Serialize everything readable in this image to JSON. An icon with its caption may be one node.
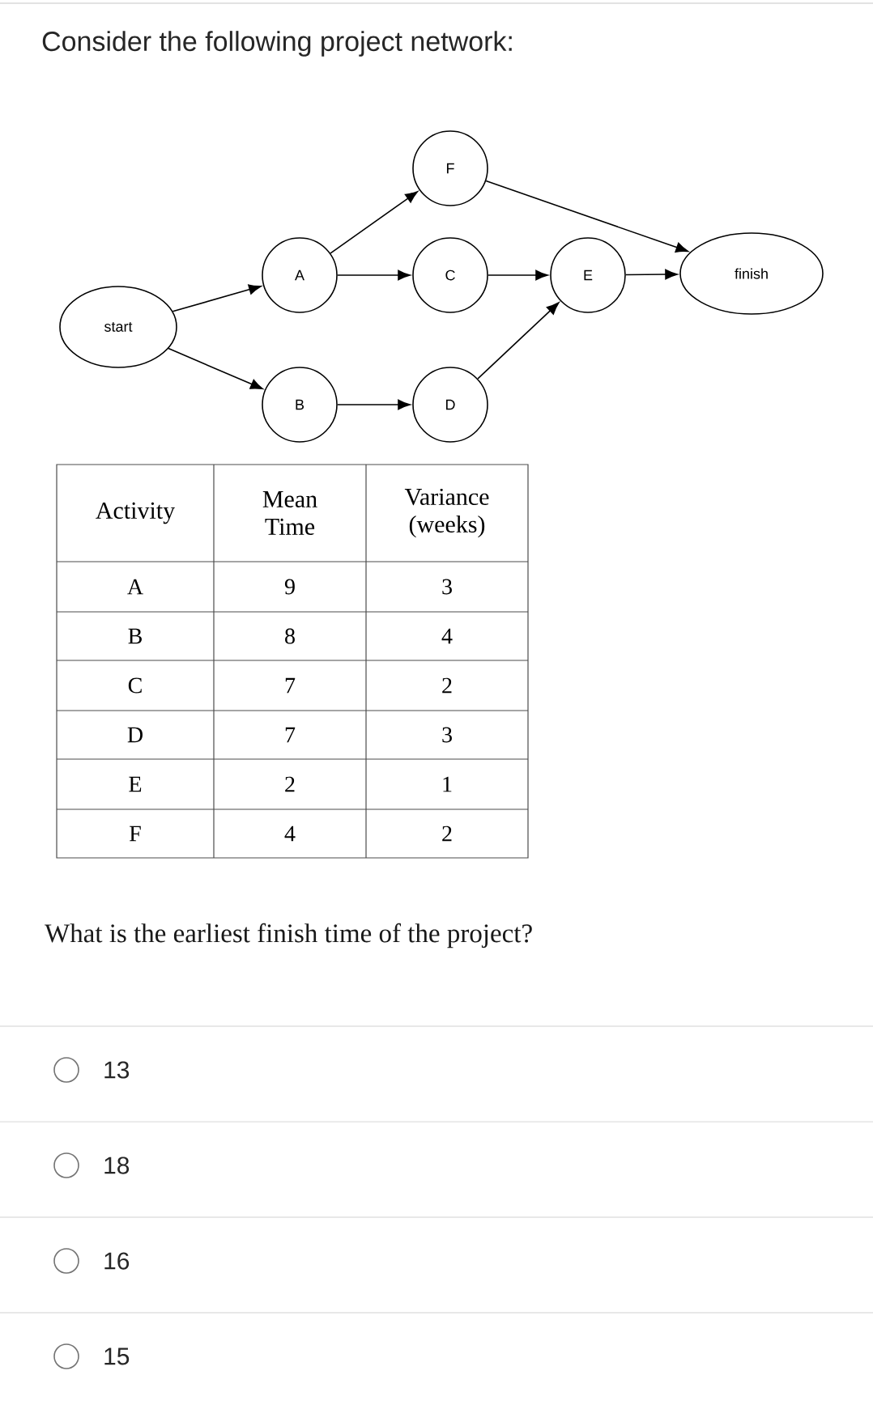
{
  "diagram": {
    "title": "Consider the following project network:",
    "nodes": [
      {
        "text": [
          "start"
        ]
      },
      {
        "text": [
          "A"
        ]
      },
      {
        "text": [
          "F"
        ]
      },
      {
        "text": [
          "C"
        ]
      },
      {
        "text": [
          "E"
        ]
      },
      {
        "text": [
          "finish"
        ]
      },
      {
        "text": [
          "B"
        ]
      },
      {
        "text": [
          "D"
        ]
      }
    ],
    "edges": [
      {
        "from": 0,
        "to": 1,
        "arrow": "to"
      },
      {
        "from": 0,
        "to": 6,
        "arrow": "to"
      },
      {
        "from": 1,
        "to": 2,
        "arrow": "to"
      },
      {
        "from": 1,
        "to": 3,
        "arrow": "to"
      },
      {
        "from": 2,
        "to": 5,
        "arrow": "to"
      },
      {
        "from": 3,
        "to": 4,
        "arrow": "to"
      },
      {
        "from": 4,
        "to": 5,
        "arrow": "to"
      },
      {
        "from": 6,
        "to": 7,
        "arrow": "to"
      },
      {
        "from": 7,
        "to": 4,
        "arrow": "to"
      }
    ],
    "labels": [
      "Activity",
      "Mean Time",
      "Variance (weeks)",
      "A",
      "9",
      "3",
      "B",
      "8",
      "4",
      "C",
      "7",
      "2",
      "D",
      "7",
      "3",
      "E",
      "2",
      "1",
      "F",
      "4",
      "2",
      "What is the earliest finish time of the project?",
      "13",
      "18",
      "16",
      "15"
    ]
  }
}
